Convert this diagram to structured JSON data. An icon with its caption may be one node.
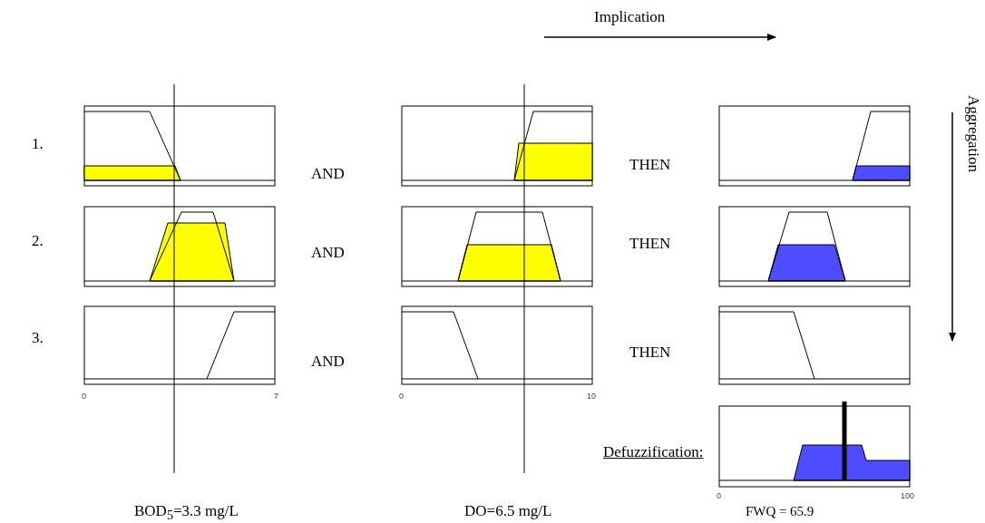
{
  "diagram": {
    "labels": [
      "Implication",
      "Aggregation",
      "1.",
      "AND",
      "THEN",
      "2.",
      "AND",
      "THEN",
      "3.",
      "AND",
      "THEN",
      "0",
      "7",
      "0",
      "10",
      "Defuzzification:",
      "0",
      "100",
      "BOD$_{5}$=3.3 mg/L",
      "DO=6.5 mg/L",
      "FWQ =",
      "65.9"
    ]
  }
}
